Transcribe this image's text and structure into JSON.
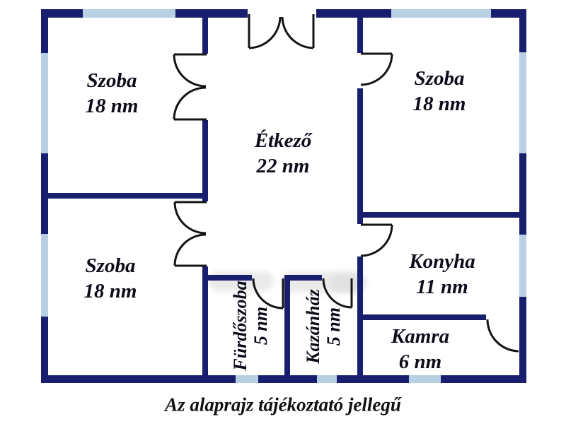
{
  "caption": "Az alaprajz tájékoztató jellegű",
  "colors": {
    "wall": "#181f6e",
    "window": "#b9cfe4",
    "door_line": "#141414",
    "label_text": "#0c0c1a",
    "background": "#ffffff"
  },
  "rooms": [
    {
      "id": "szoba-top-left",
      "name": "Szoba",
      "area": "18 nm",
      "orientation": "horizontal"
    },
    {
      "id": "szoba-top-right",
      "name": "Szoba",
      "area": "18 nm",
      "orientation": "horizontal"
    },
    {
      "id": "etkezo",
      "name": "Étkező",
      "area": "22 nm",
      "orientation": "horizontal"
    },
    {
      "id": "szoba-bottom-left",
      "name": "Szoba",
      "area": "18 nm",
      "orientation": "horizontal"
    },
    {
      "id": "konyha",
      "name": "Konyha",
      "area": "11 nm",
      "orientation": "horizontal"
    },
    {
      "id": "furdoszoba",
      "name": "Fürdőszoba",
      "area": "5 nm",
      "orientation": "vertical"
    },
    {
      "id": "kazanhaz",
      "name": "Kazánház",
      "area": "5 nm",
      "orientation": "vertical"
    },
    {
      "id": "kamra",
      "name": "Kamra",
      "area": "6 nm",
      "orientation": "horizontal"
    }
  ]
}
